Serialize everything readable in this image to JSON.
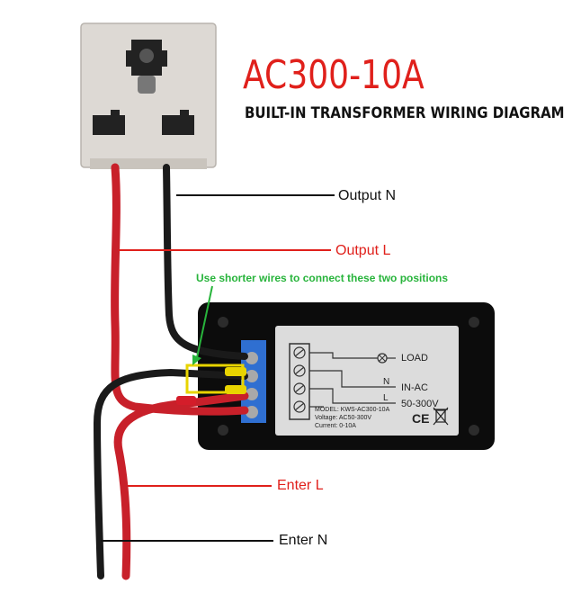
{
  "title": "AC300-10A",
  "subtitle": "BUILT-IN TRANSFORMER WIRING DIAGRAM",
  "labels": {
    "output_n": "Output N",
    "output_l": "Output L",
    "enter_l": "Enter L",
    "enter_n": "Enter N"
  },
  "note": "Use shorter wires to connect these two positions",
  "plate": {
    "load": "LOAD",
    "in_ac": "IN-AC",
    "n": "N",
    "l": "L",
    "voltage_range": "50-300V",
    "model": "MODEL: KWS-AC300-10A",
    "voltage": "Voltage: AC50-300V",
    "current": "Current: 0-10A",
    "ce_mark": "CE"
  },
  "colors": {
    "title_red": "#e0201b",
    "note_green": "#28b43c",
    "wire_red": "#c8202a",
    "wire_black": "#1a1a1a",
    "highlight_yellow": "#e8d400"
  }
}
